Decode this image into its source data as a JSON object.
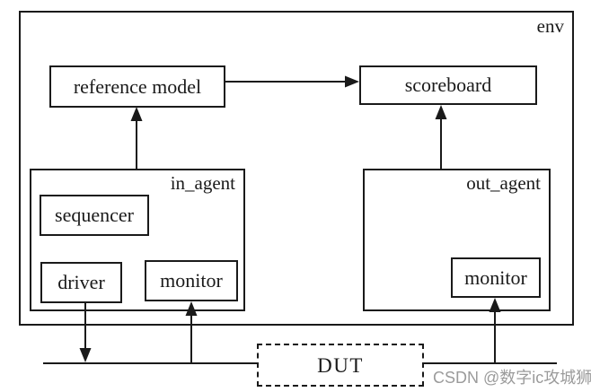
{
  "diagram": {
    "env": {
      "label": "env"
    },
    "reference_model": {
      "label": "reference model"
    },
    "scoreboard": {
      "label": "scoreboard"
    },
    "in_agent": {
      "label": "in_agent"
    },
    "sequencer": {
      "label": "sequencer"
    },
    "driver": {
      "label": "driver"
    },
    "in_monitor": {
      "label": "monitor"
    },
    "out_agent": {
      "label": "out_agent"
    },
    "out_monitor": {
      "label": "monitor"
    },
    "dut": {
      "label": "DUT"
    },
    "connections": [
      {
        "from": "in_agent",
        "to": "reference_model",
        "type": "arrow-up"
      },
      {
        "from": "out_agent",
        "to": "scoreboard",
        "type": "arrow-up"
      },
      {
        "from": "reference_model",
        "to": "scoreboard",
        "type": "arrow-right"
      },
      {
        "from": "driver",
        "to": "dut-bus",
        "type": "arrow-down"
      },
      {
        "from": "dut-bus",
        "to": "in_monitor",
        "type": "arrow-up"
      },
      {
        "from": "dut-bus",
        "to": "out_monitor",
        "type": "arrow-up"
      }
    ],
    "colors": {
      "line": "#1a1a1a",
      "text": "#1a1a1a",
      "background": "#ffffff"
    }
  },
  "watermark": {
    "text": "CSDN @数字ic攻城狮",
    "color": "#9b9b9b"
  }
}
